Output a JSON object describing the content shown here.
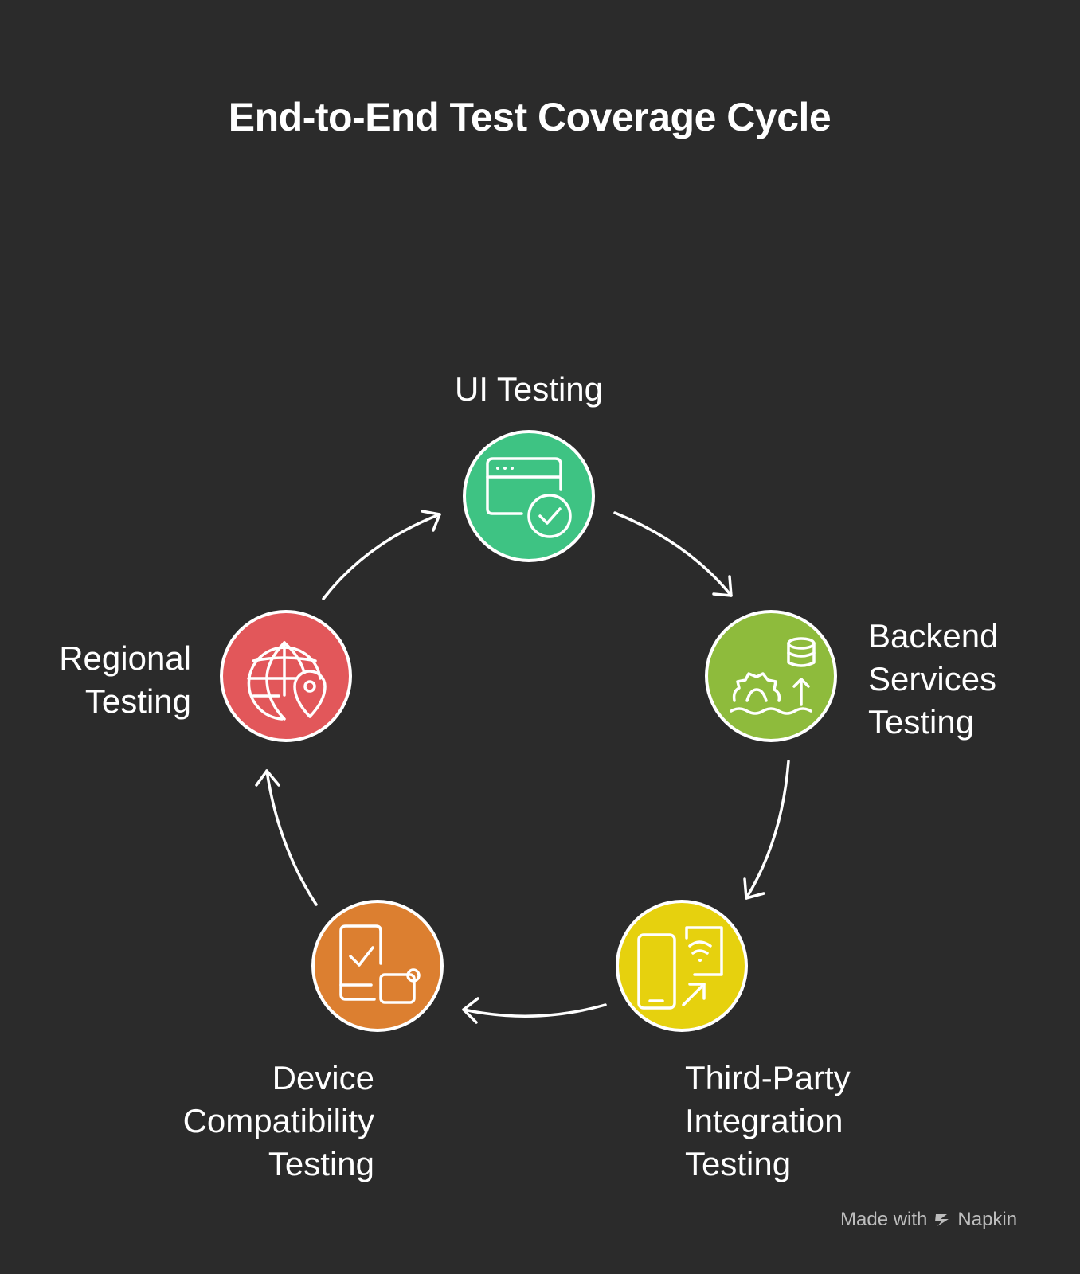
{
  "title": "End-to-End Test Coverage Cycle",
  "stages": [
    {
      "id": "ui",
      "lines": [
        "UI Testing"
      ],
      "color": "#3ec383",
      "icon": "browser-check-icon"
    },
    {
      "id": "backend",
      "lines": [
        "Backend",
        "Services",
        "Testing"
      ],
      "color": "#8ebb3c",
      "icon": "database-gear-icon"
    },
    {
      "id": "third_party",
      "lines": [
        "Third-Party",
        "Integration",
        "Testing"
      ],
      "color": "#e6d10e",
      "icon": "devices-wifi-icon"
    },
    {
      "id": "device",
      "lines": [
        "Device",
        "Compatibility",
        "Testing"
      ],
      "color": "#dc7f30",
      "icon": "phone-check-icon"
    },
    {
      "id": "regional",
      "lines": [
        "Regional",
        "Testing"
      ],
      "color": "#e2575a",
      "icon": "globe-pin-icon"
    }
  ],
  "footer": {
    "prefix": "Made with",
    "brand": "Napkin"
  }
}
